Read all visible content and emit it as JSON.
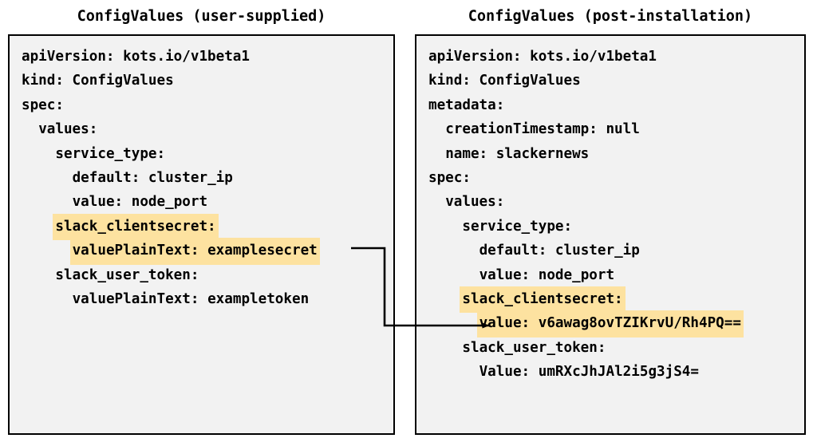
{
  "diagram": {
    "type": "two-panel-yaml-comparison",
    "background_color": "#ffffff",
    "box_fill_color": "#f2f2f2",
    "box_border_color": "#000000",
    "highlight_color": "#fde2a0",
    "text_color": "#000000",
    "connector_color": "#000000"
  },
  "panels": {
    "left": {
      "title": "ConfigValues (user-supplied)",
      "lines": [
        {
          "indent": 0,
          "text": "apiVersion: kots.io/v1beta1",
          "highlighted": false
        },
        {
          "indent": 0,
          "text": "kind: ConfigValues",
          "highlighted": false
        },
        {
          "indent": 0,
          "text": "spec:",
          "highlighted": false
        },
        {
          "indent": 1,
          "text": "values:",
          "highlighted": false
        },
        {
          "indent": 2,
          "text": "service_type:",
          "highlighted": false
        },
        {
          "indent": 3,
          "text": "default: cluster_ip",
          "highlighted": false
        },
        {
          "indent": 3,
          "text": "value: node_port",
          "highlighted": false
        },
        {
          "indent": 2,
          "text": "slack_clientsecret:",
          "highlighted": true
        },
        {
          "indent": 3,
          "text": "valuePlainText: examplesecret",
          "highlighted": true
        },
        {
          "indent": 2,
          "text": "slack_user_token:",
          "highlighted": false
        },
        {
          "indent": 3,
          "text": "valuePlainText: exampletoken",
          "highlighted": false
        }
      ]
    },
    "right": {
      "title": "ConfigValues (post-installation)",
      "lines": [
        {
          "indent": 0,
          "text": "apiVersion: kots.io/v1beta1",
          "highlighted": false
        },
        {
          "indent": 0,
          "text": "kind: ConfigValues",
          "highlighted": false
        },
        {
          "indent": 0,
          "text": "metadata:",
          "highlighted": false
        },
        {
          "indent": 1,
          "text": "creationTimestamp: null",
          "highlighted": false
        },
        {
          "indent": 1,
          "text": "name: slackernews",
          "highlighted": false
        },
        {
          "indent": 0,
          "text": "spec:",
          "highlighted": false
        },
        {
          "indent": 1,
          "text": "values:",
          "highlighted": false
        },
        {
          "indent": 2,
          "text": "service_type:",
          "highlighted": false
        },
        {
          "indent": 3,
          "text": "default: cluster_ip",
          "highlighted": false
        },
        {
          "indent": 3,
          "text": "value: node_port",
          "highlighted": false
        },
        {
          "indent": 2,
          "text": "slack_clientsecret:",
          "highlighted": true
        },
        {
          "indent": 3,
          "text": "value: v6awag8ovTZIKrvU/Rh4PQ==",
          "highlighted": true
        },
        {
          "indent": 2,
          "text": "slack_user_token:",
          "highlighted": false
        },
        {
          "indent": 3,
          "text": "Value: umRXcJhJAl2i5g3jS4=",
          "highlighted": false
        }
      ]
    }
  },
  "connector": {
    "label": "examplesecret-to-encrypted-value-arrow",
    "from_line": "valuePlainText: examplesecret",
    "to_line": "value: v6awag8ovTZIKrvU/Rh4PQ=="
  }
}
